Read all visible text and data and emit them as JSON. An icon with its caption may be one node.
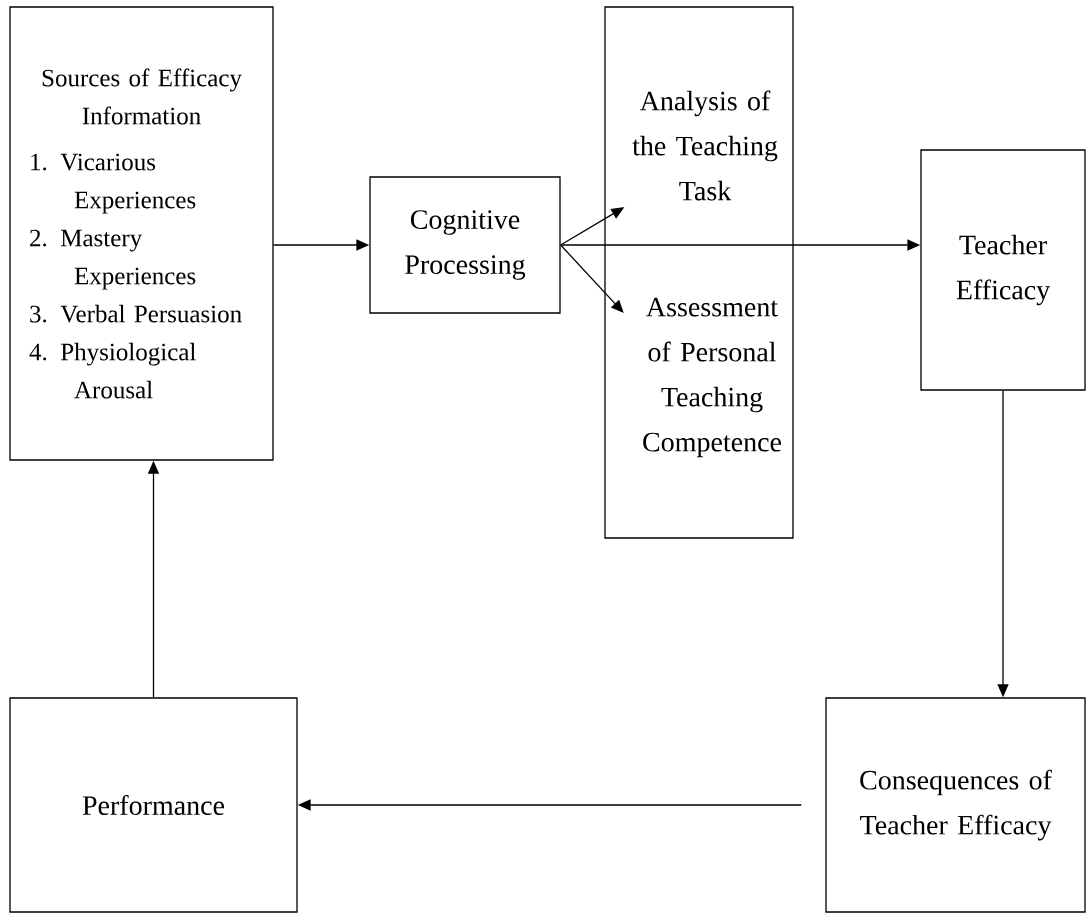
{
  "diagram": {
    "nodes": [
      {
        "text": [
          "Sources of Efficacy Information",
          "1. Vicarious Experiences",
          "2. Mastery Experiences",
          "3. Verbal Persuasion",
          "4. Physiological Arousal"
        ]
      },
      {
        "text": [
          "Cognitive Processing"
        ]
      },
      {
        "text": [],
        "shape": "box"
      },
      {
        "text": [
          "Analysis of the Teaching Task"
        ],
        "in": 2
      },
      {
        "text": [
          "Assessment of Personal Teaching Competence"
        ],
        "in": 2
      },
      {
        "text": [
          "Teacher Efficacy"
        ]
      },
      {
        "text": [
          "Consequences of Teacher Efficacy"
        ]
      },
      {
        "text": [
          "Performance"
        ]
      }
    ],
    "edges": [
      {
        "from": 0,
        "to": 1,
        "arrow": "to"
      },
      {
        "from": 1,
        "to": 3,
        "arrow": "to"
      },
      {
        "from": 1,
        "to": 4,
        "arrow": "to"
      },
      {
        "from": 1,
        "to": 5,
        "arrow": "to"
      },
      {
        "from": 5,
        "to": 6,
        "arrow": "to"
      },
      {
        "from": 6,
        "to": 7,
        "arrow": "to"
      },
      {
        "from": 7,
        "to": 0,
        "arrow": "to"
      }
    ]
  }
}
